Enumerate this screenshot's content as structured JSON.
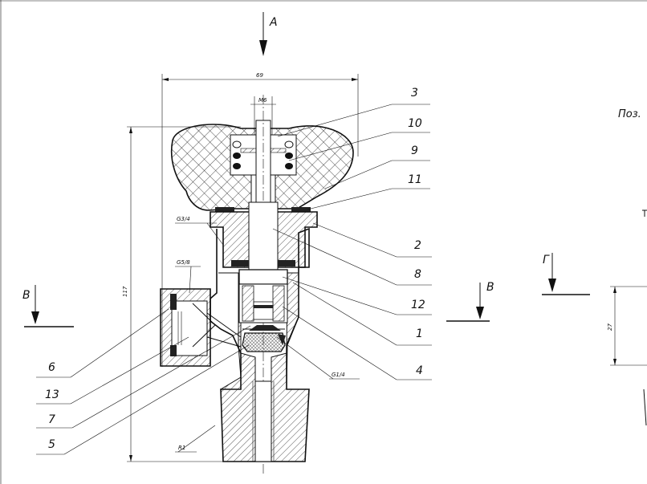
{
  "view_labels": {
    "top_arrow": "A",
    "left_section": "В",
    "right_section": "В",
    "far_view": "Г"
  },
  "dimensions": {
    "width": "69",
    "thread_top": "M6",
    "height": "117",
    "small_height": "27",
    "radius": "R1"
  },
  "threads": {
    "g34": "G3/4",
    "g58": "G5/8",
    "g14": "G1/4"
  },
  "note": "Поз.",
  "callouts_right": [
    "3",
    "10",
    "9",
    "11",
    "2",
    "8",
    "12",
    "1",
    "4"
  ],
  "callouts_left": [
    "6",
    "13",
    "7",
    "5"
  ]
}
